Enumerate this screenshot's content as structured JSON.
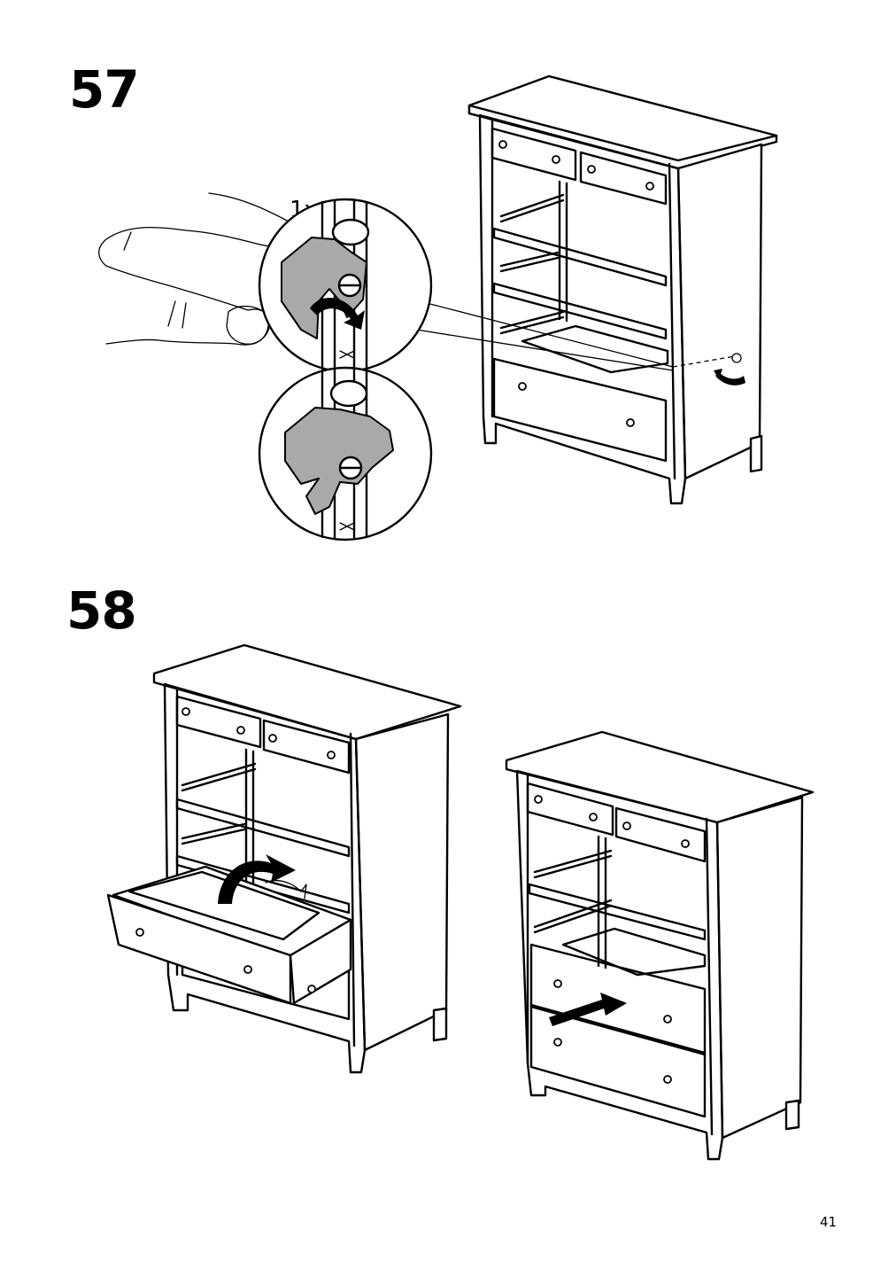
{
  "steps": [
    {
      "number": "57",
      "quantity": "1x"
    },
    {
      "number": "58"
    }
  ],
  "page_number": "41"
}
